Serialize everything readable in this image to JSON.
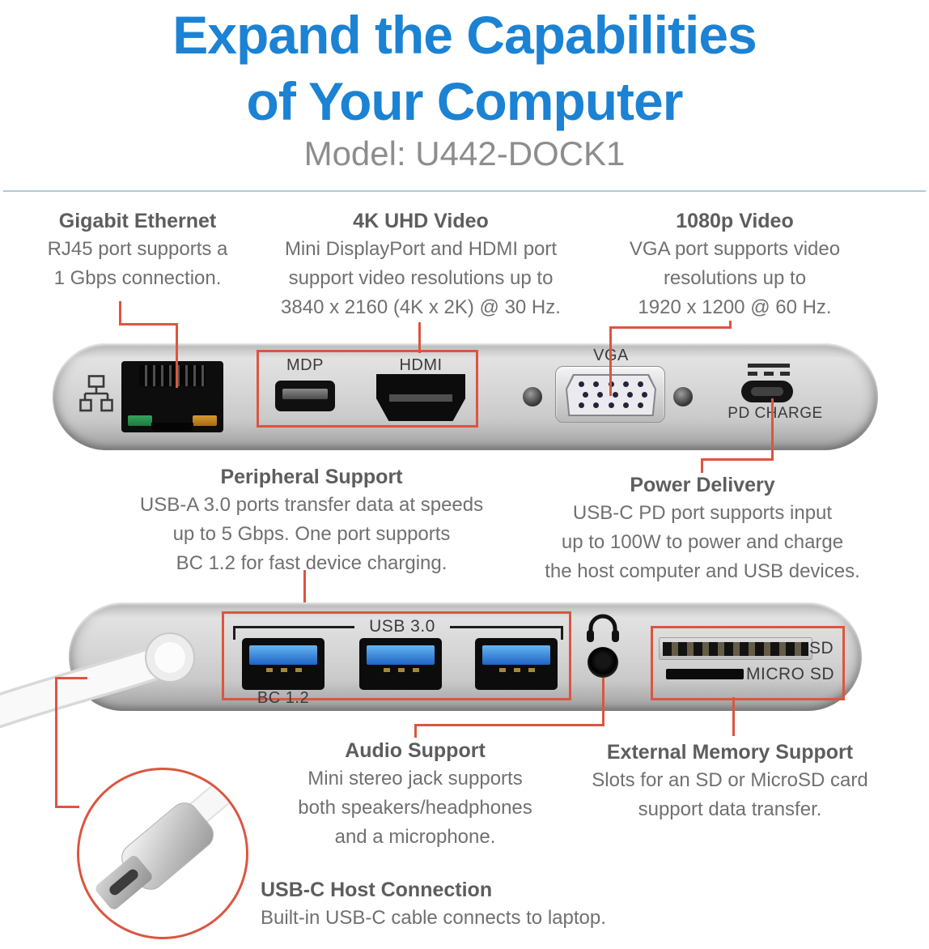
{
  "header": {
    "title_line1": "Expand the Capabilities",
    "title_line2": "of Your Computer",
    "model": "Model: U442-DOCK1"
  },
  "colors": {
    "accent_red": "#dc5540",
    "title_blue": "#1b82d4",
    "usb_tab_blue": "#2a79d8",
    "heading_gray": "#5d5d5d",
    "body_gray": "#707070"
  },
  "callouts": {
    "gigabit_ethernet": {
      "title": "Gigabit Ethernet",
      "lines": [
        "RJ45 port supports a",
        "1 Gbps connection."
      ]
    },
    "uhd_video": {
      "title": "4K UHD Video",
      "lines": [
        "Mini DisplayPort and HDMI port",
        "support video resolutions up to",
        "3840 x 2160 (4K x 2K) @ 30 Hz."
      ]
    },
    "video_1080p": {
      "title": "1080p Video",
      "lines": [
        "VGA port supports video",
        "resolutions up to",
        "1920 x 1200 @ 60 Hz."
      ]
    },
    "peripheral_support": {
      "title": "Peripheral Support",
      "lines": [
        "USB-A 3.0 ports transfer data at speeds",
        "up to 5 Gbps. One port supports",
        "BC 1.2 for fast device charging."
      ]
    },
    "power_delivery": {
      "title": "Power Delivery",
      "lines": [
        "USB-C PD port supports input",
        "up to 100W to power and charge",
        "the host computer and USB devices."
      ]
    },
    "audio_support": {
      "title": "Audio Support",
      "lines": [
        "Mini stereo jack supports",
        "both speakers/headphones",
        "and a microphone."
      ]
    },
    "external_memory": {
      "title": "External Memory Support",
      "lines": [
        "Slots for an SD or MicroSD card",
        "support data transfer."
      ]
    },
    "usbc_host": {
      "title": "USB-C Host Connection",
      "lines": [
        "Built-in USB-C cable connects to laptop."
      ]
    }
  },
  "port_labels": {
    "mdp": "MDP",
    "hdmi": "HDMI",
    "vga": "VGA",
    "pd_charge": "PD CHARGE",
    "usb30": "USB 3.0",
    "bc12": "BC 1.2",
    "sd": "SD",
    "micro_sd": "MICRO SD"
  }
}
